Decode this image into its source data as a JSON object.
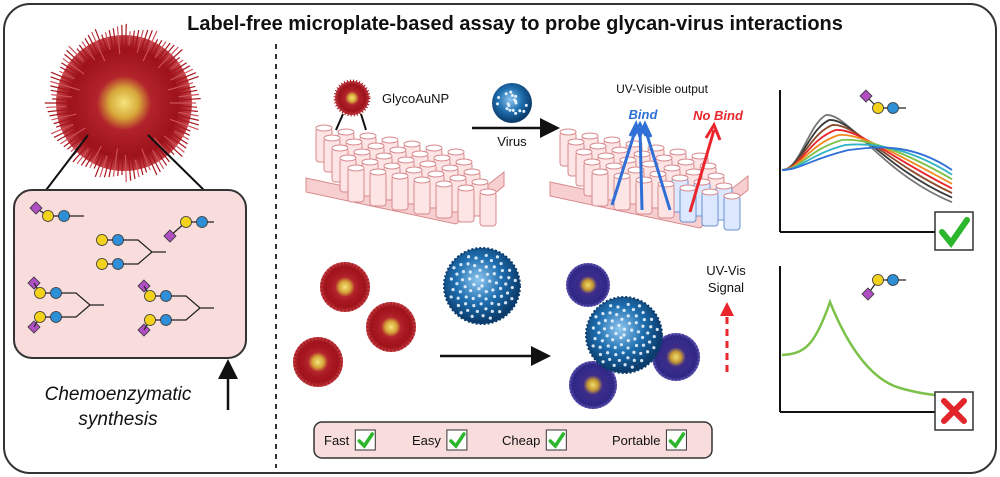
{
  "title": "Label-free microplate-based assay to probe glycan-virus interactions",
  "left_panel": {
    "caption_line1": "Chemoenzymatic",
    "caption_line2": "synthesis"
  },
  "top_row": {
    "glyco_label": "GlycoAuNP",
    "virus_label": "Virus",
    "output_label": "UV-Visible output",
    "bind_label": "Bind",
    "no_bind_label": "No Bind"
  },
  "bottom_row": {
    "uv_vis_line1": "UV-Vis",
    "uv_vis_line2": "Signal"
  },
  "features": [
    {
      "label": "Fast",
      "checked": true
    },
    {
      "label": "Easy",
      "checked": true
    },
    {
      "label": "Cheap",
      "checked": true
    },
    {
      "label": "Portable",
      "checked": true
    }
  ],
  "charts": [
    {
      "result": "check",
      "line_count": 8
    },
    {
      "result": "cross",
      "line_count": 1
    }
  ],
  "colors": {
    "bind": "#2f6fd6",
    "no_bind": "#e8262c",
    "nanoparticle": "#a8141c",
    "virus": "#1a5f9e",
    "check": "#2bb62b",
    "cross": "#e1252b",
    "panel_fill": "#f9dcdc"
  }
}
